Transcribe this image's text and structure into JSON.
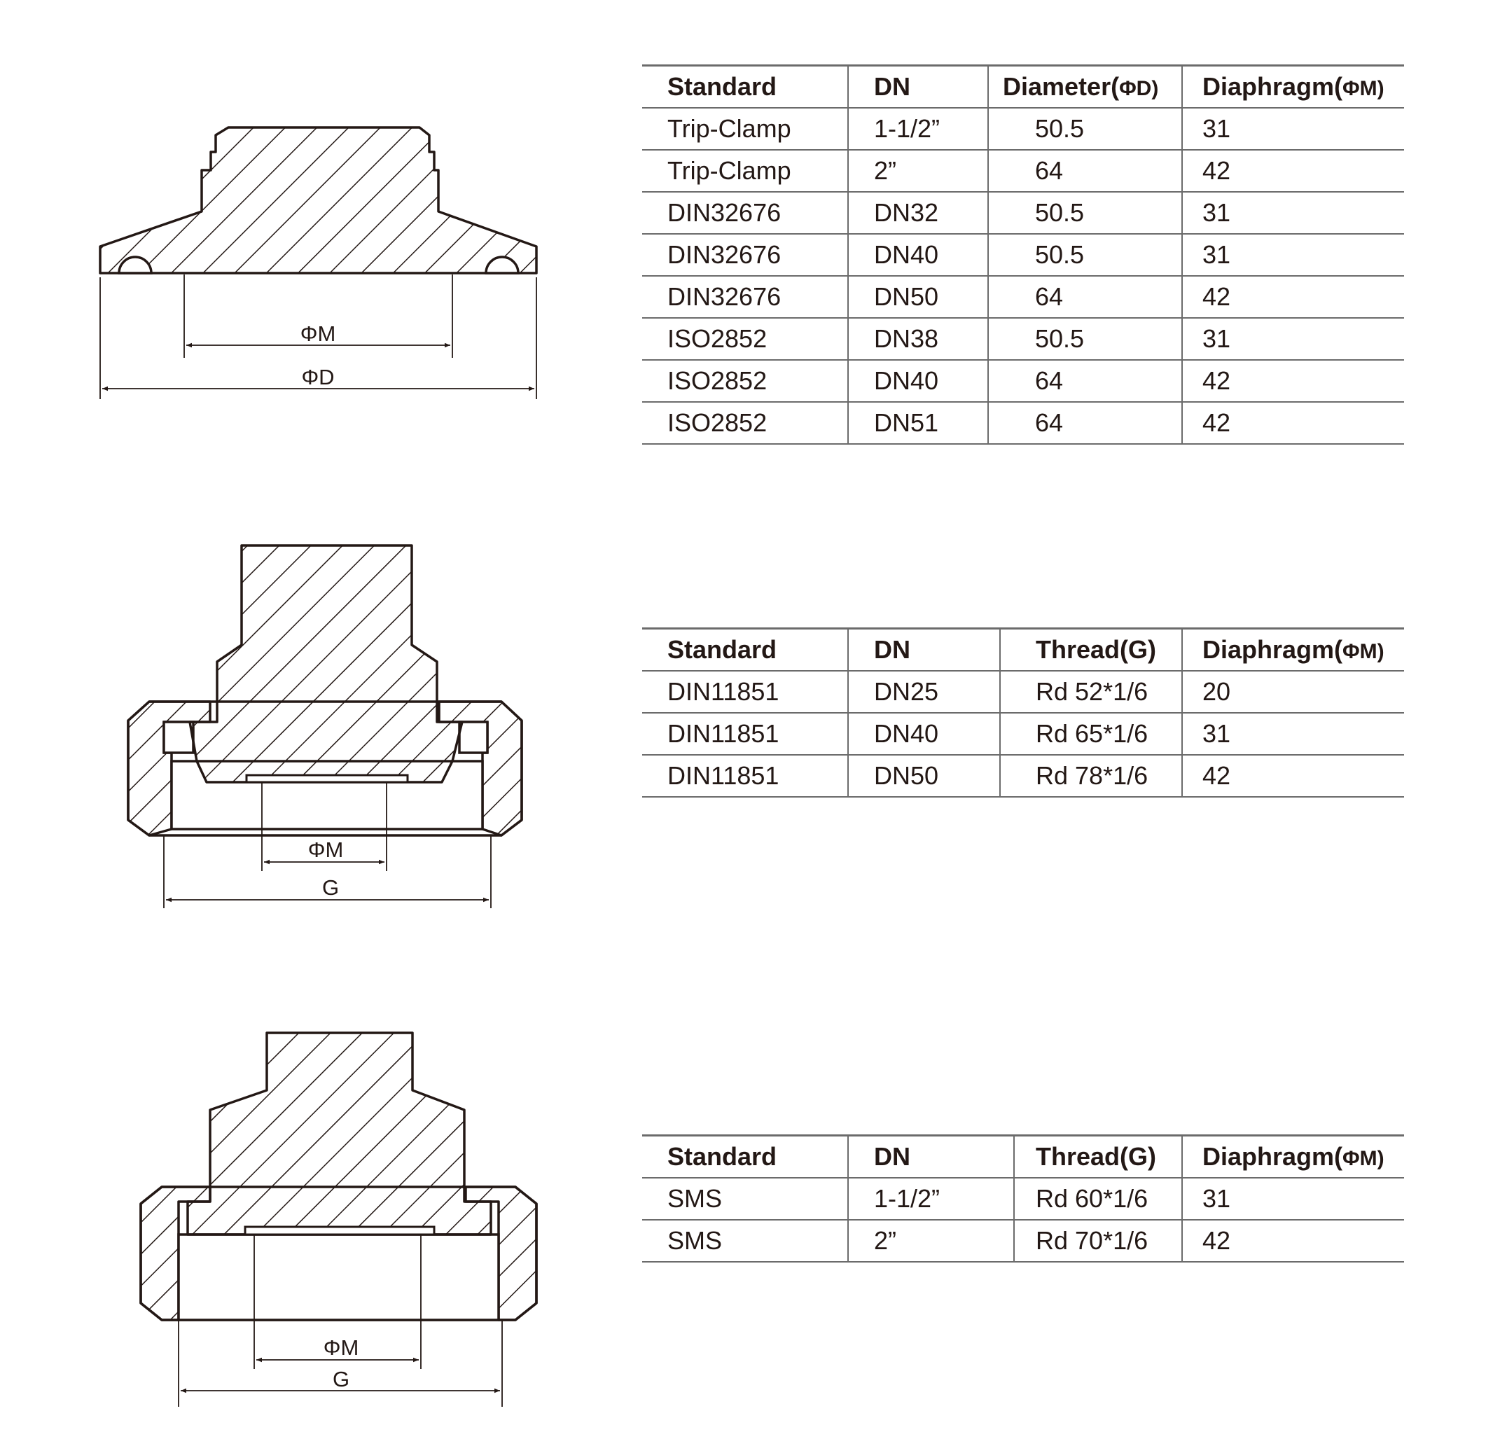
{
  "tables": [
    {
      "headers": [
        "Standard",
        "DN",
        "Diameter(",
        "ΦD",
        ")",
        "Diaphragm(",
        "ΦM",
        ")"
      ],
      "header_cells": [
        {
          "text": "Standard"
        },
        {
          "text": "DN"
        },
        {
          "text": "Diameter(",
          "sym": "ΦD",
          "close": ")"
        },
        {
          "text": "Diaphragm(",
          "sym": "ΦM",
          "close": ")"
        }
      ],
      "rows": [
        [
          "Trip-Clamp",
          "1-1/2”",
          "50.5",
          "31"
        ],
        [
          "Trip-Clamp",
          "2”",
          "64",
          "42"
        ],
        [
          "DIN32676",
          "DN32",
          "50.5",
          "31"
        ],
        [
          "DIN32676",
          "DN40",
          "50.5",
          "31"
        ],
        [
          "DIN32676",
          "DN50",
          "64",
          "42"
        ],
        [
          "ISO2852",
          "DN38",
          "50.5",
          "31"
        ],
        [
          "ISO2852",
          "DN40",
          "64",
          "42"
        ],
        [
          "ISO2852",
          "DN51",
          "64",
          "42"
        ]
      ]
    },
    {
      "header_cells": [
        {
          "text": "Standard"
        },
        {
          "text": "DN"
        },
        {
          "text": "Thread(G)"
        },
        {
          "text": "Diaphragm(",
          "sym": "ΦM",
          "close": ")"
        }
      ],
      "rows": [
        [
          "DIN11851",
          "DN25",
          "Rd 52*1/6",
          "20"
        ],
        [
          "DIN11851",
          "DN40",
          "Rd 65*1/6",
          "31"
        ],
        [
          "DIN11851",
          "DN50",
          "Rd 78*1/6",
          "42"
        ]
      ]
    },
    {
      "header_cells": [
        {
          "text": "Standard"
        },
        {
          "text": "DN"
        },
        {
          "text": "Thread(G)"
        },
        {
          "text": "Diaphragm(",
          "sym": "ΦM",
          "close": ")"
        }
      ],
      "rows": [
        [
          "SMS",
          "1-1/2”",
          "Rd 60*1/6",
          "31"
        ],
        [
          "SMS",
          "2”",
          "Rd 70*1/6",
          "42"
        ]
      ]
    }
  ],
  "drawings": {
    "clamp": {
      "dim_m": "ΦM",
      "dim_d": "ΦD"
    },
    "din": {
      "dim_m": "ΦM",
      "dim_g": "G"
    },
    "sms": {
      "dim_m": "ΦM",
      "dim_g": "G"
    }
  },
  "colors": {
    "ink": "#231815",
    "rule": "#6b6b6b"
  }
}
